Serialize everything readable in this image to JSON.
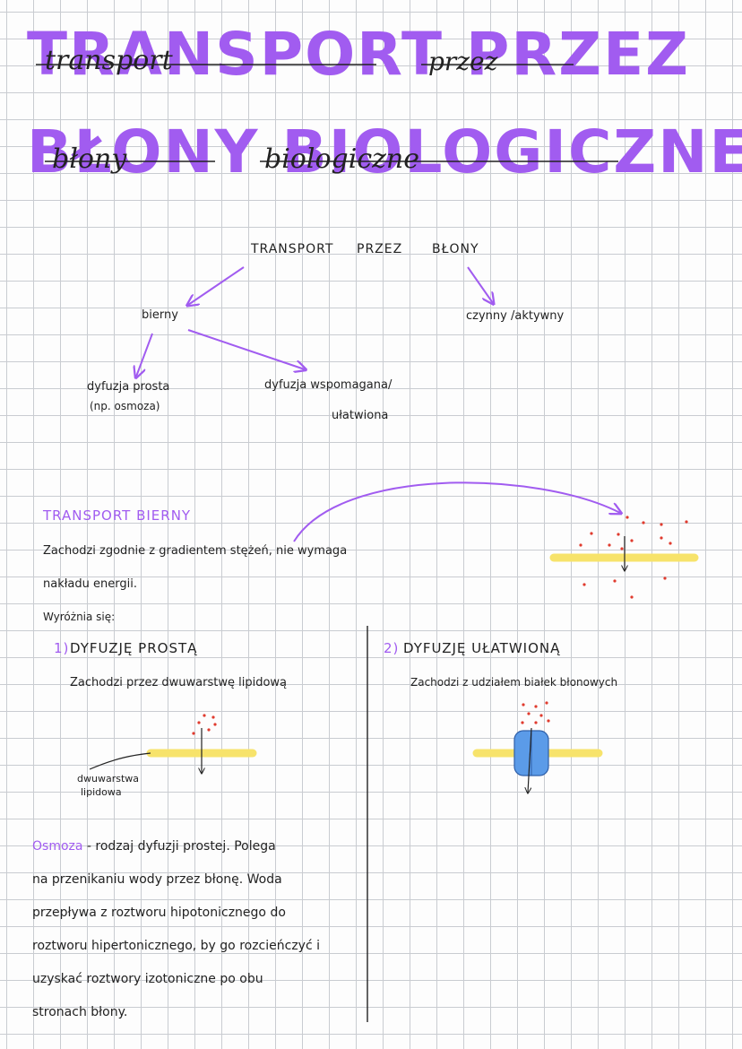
{
  "title": {
    "line1": "TRANSPORT PRZEZ",
    "line2": "BŁONY BIOLOGICZNE",
    "script1a": "transport",
    "script1b": "przez",
    "script2a": "błony",
    "script2b": "biologiczne"
  },
  "diagram": {
    "root_word1": "TRANSPORT",
    "root_word2": "PRZEZ",
    "root_word3": "BŁONY",
    "passive": "bierny",
    "active": "czynny /aktywny",
    "simple": "dyfuzja prosta",
    "simple_note": "(np. osmoza)",
    "facilitated_line1": "dyfuzja  wspomagana/",
    "facilitated_line2": "ułatwiona"
  },
  "passive_section": {
    "heading": "TRANSPORT BIERNY",
    "line1": "Zachodzi zgodnie z gradientem stężeń, nie wymaga",
    "line2": "nakładu energii.",
    "distinguish": "Wyróżnia się:"
  },
  "simple_diffusion": {
    "number": "1)",
    "heading": "DYFUZJĘ PROSTĄ",
    "description": "Zachodzi przez dwuwarstwę lipidową",
    "label_line1": "dwuwarstwa",
    "label_line2": "lipidowa"
  },
  "facilitated_diffusion": {
    "number": "2)",
    "heading": "DYFUZJĘ UŁATWIONĄ",
    "description": "Zachodzi z udziałem białek błonowych"
  },
  "osmosis": {
    "term": "Osmoza",
    "line1": "- rodzaj dyfuzji prostej. Polega",
    "line2": "na przenikaniu wody przez błonę. Woda",
    "line3": "przepływa z roztworu hipotonicznego do",
    "line4": "roztworu hipertonicznego, by go rozcieńczyć i",
    "line5": "uzyskać roztwory izotoniczne po obu",
    "line6": "stronach błony."
  },
  "colors": {
    "accent": "#a15cf0",
    "membrane": "#f7e36b",
    "particle": "#e03b2e",
    "protein": "#5b9be8"
  }
}
